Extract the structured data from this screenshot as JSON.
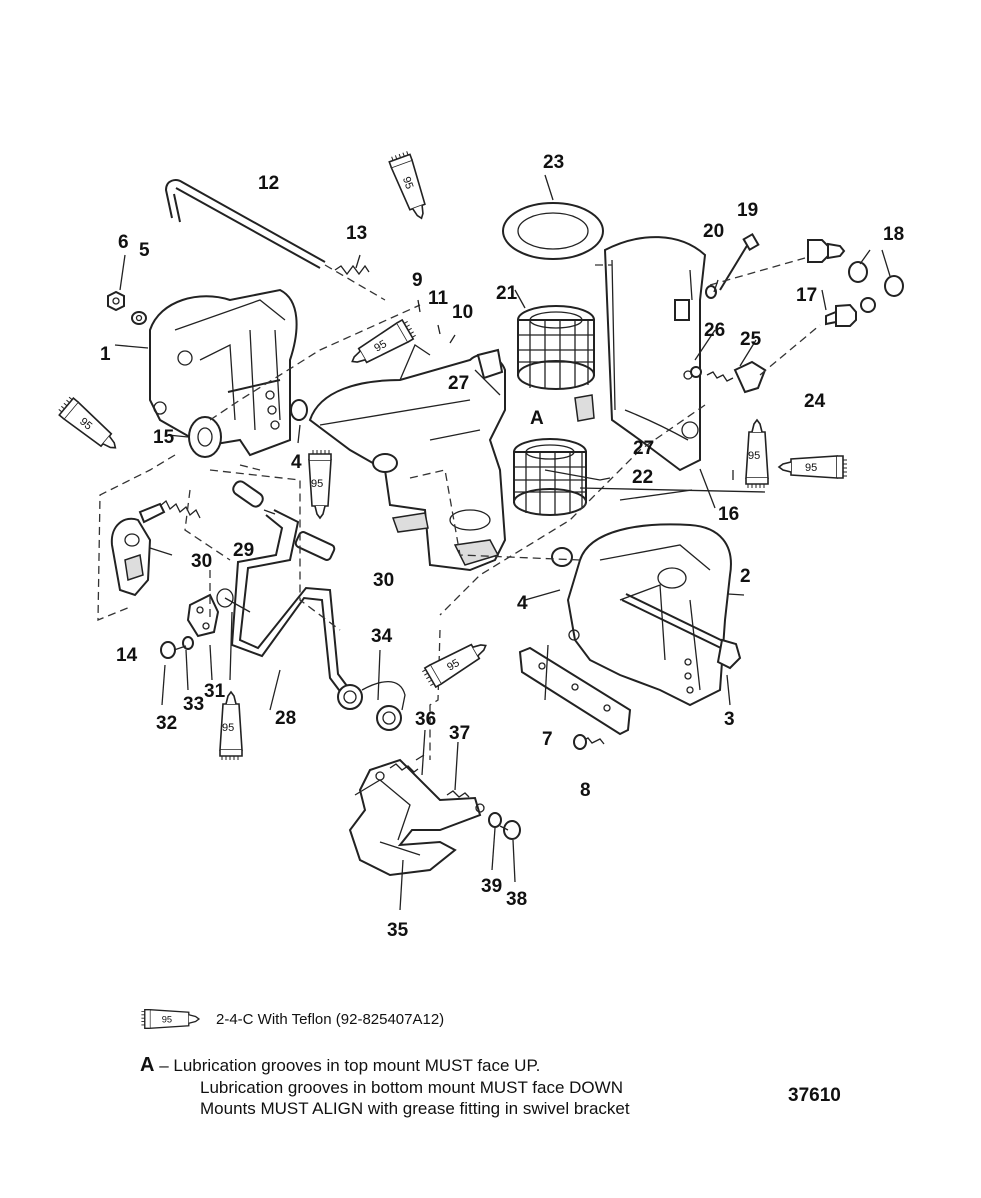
{
  "part_labels": {
    "p1": "1",
    "p2": "2",
    "p3": "3",
    "p4a": "4",
    "p4b": "4",
    "p5": "5",
    "p6": "6",
    "p7": "7",
    "p8": "8",
    "p9": "9",
    "p10": "10",
    "p11": "11",
    "p12": "12",
    "p13": "13",
    "p14": "14",
    "p15": "15",
    "p16": "16",
    "p17": "17",
    "p18": "18",
    "p19": "19",
    "p20": "20",
    "p21": "21",
    "p22": "22",
    "p23": "23",
    "p24": "24",
    "p25": "25",
    "p26": "26",
    "p27a": "27",
    "p27b": "27",
    "p28": "28",
    "p29": "29",
    "p30a": "30",
    "p30b": "30",
    "p31": "31",
    "p32": "32",
    "p33": "33",
    "p34": "34",
    "p35": "35",
    "p36": "36",
    "p37": "37",
    "p38": "38",
    "p39": "39"
  },
  "callout_a": "A",
  "tube_code": "95",
  "legend": {
    "tube_code": "95",
    "text": "2-4-C  With Teflon (92-825407A12)"
  },
  "note": {
    "letter": "A",
    "line1": "– Lubrication  grooves  in top mount  MUST face  UP.",
    "line2": "Lubrication  grooves  in bottom mount  MUST face  DOWN",
    "line3": "Mounts  MUST  ALIGN  with grease  fitting  in swivel bracket"
  },
  "drawing_number": "37610"
}
